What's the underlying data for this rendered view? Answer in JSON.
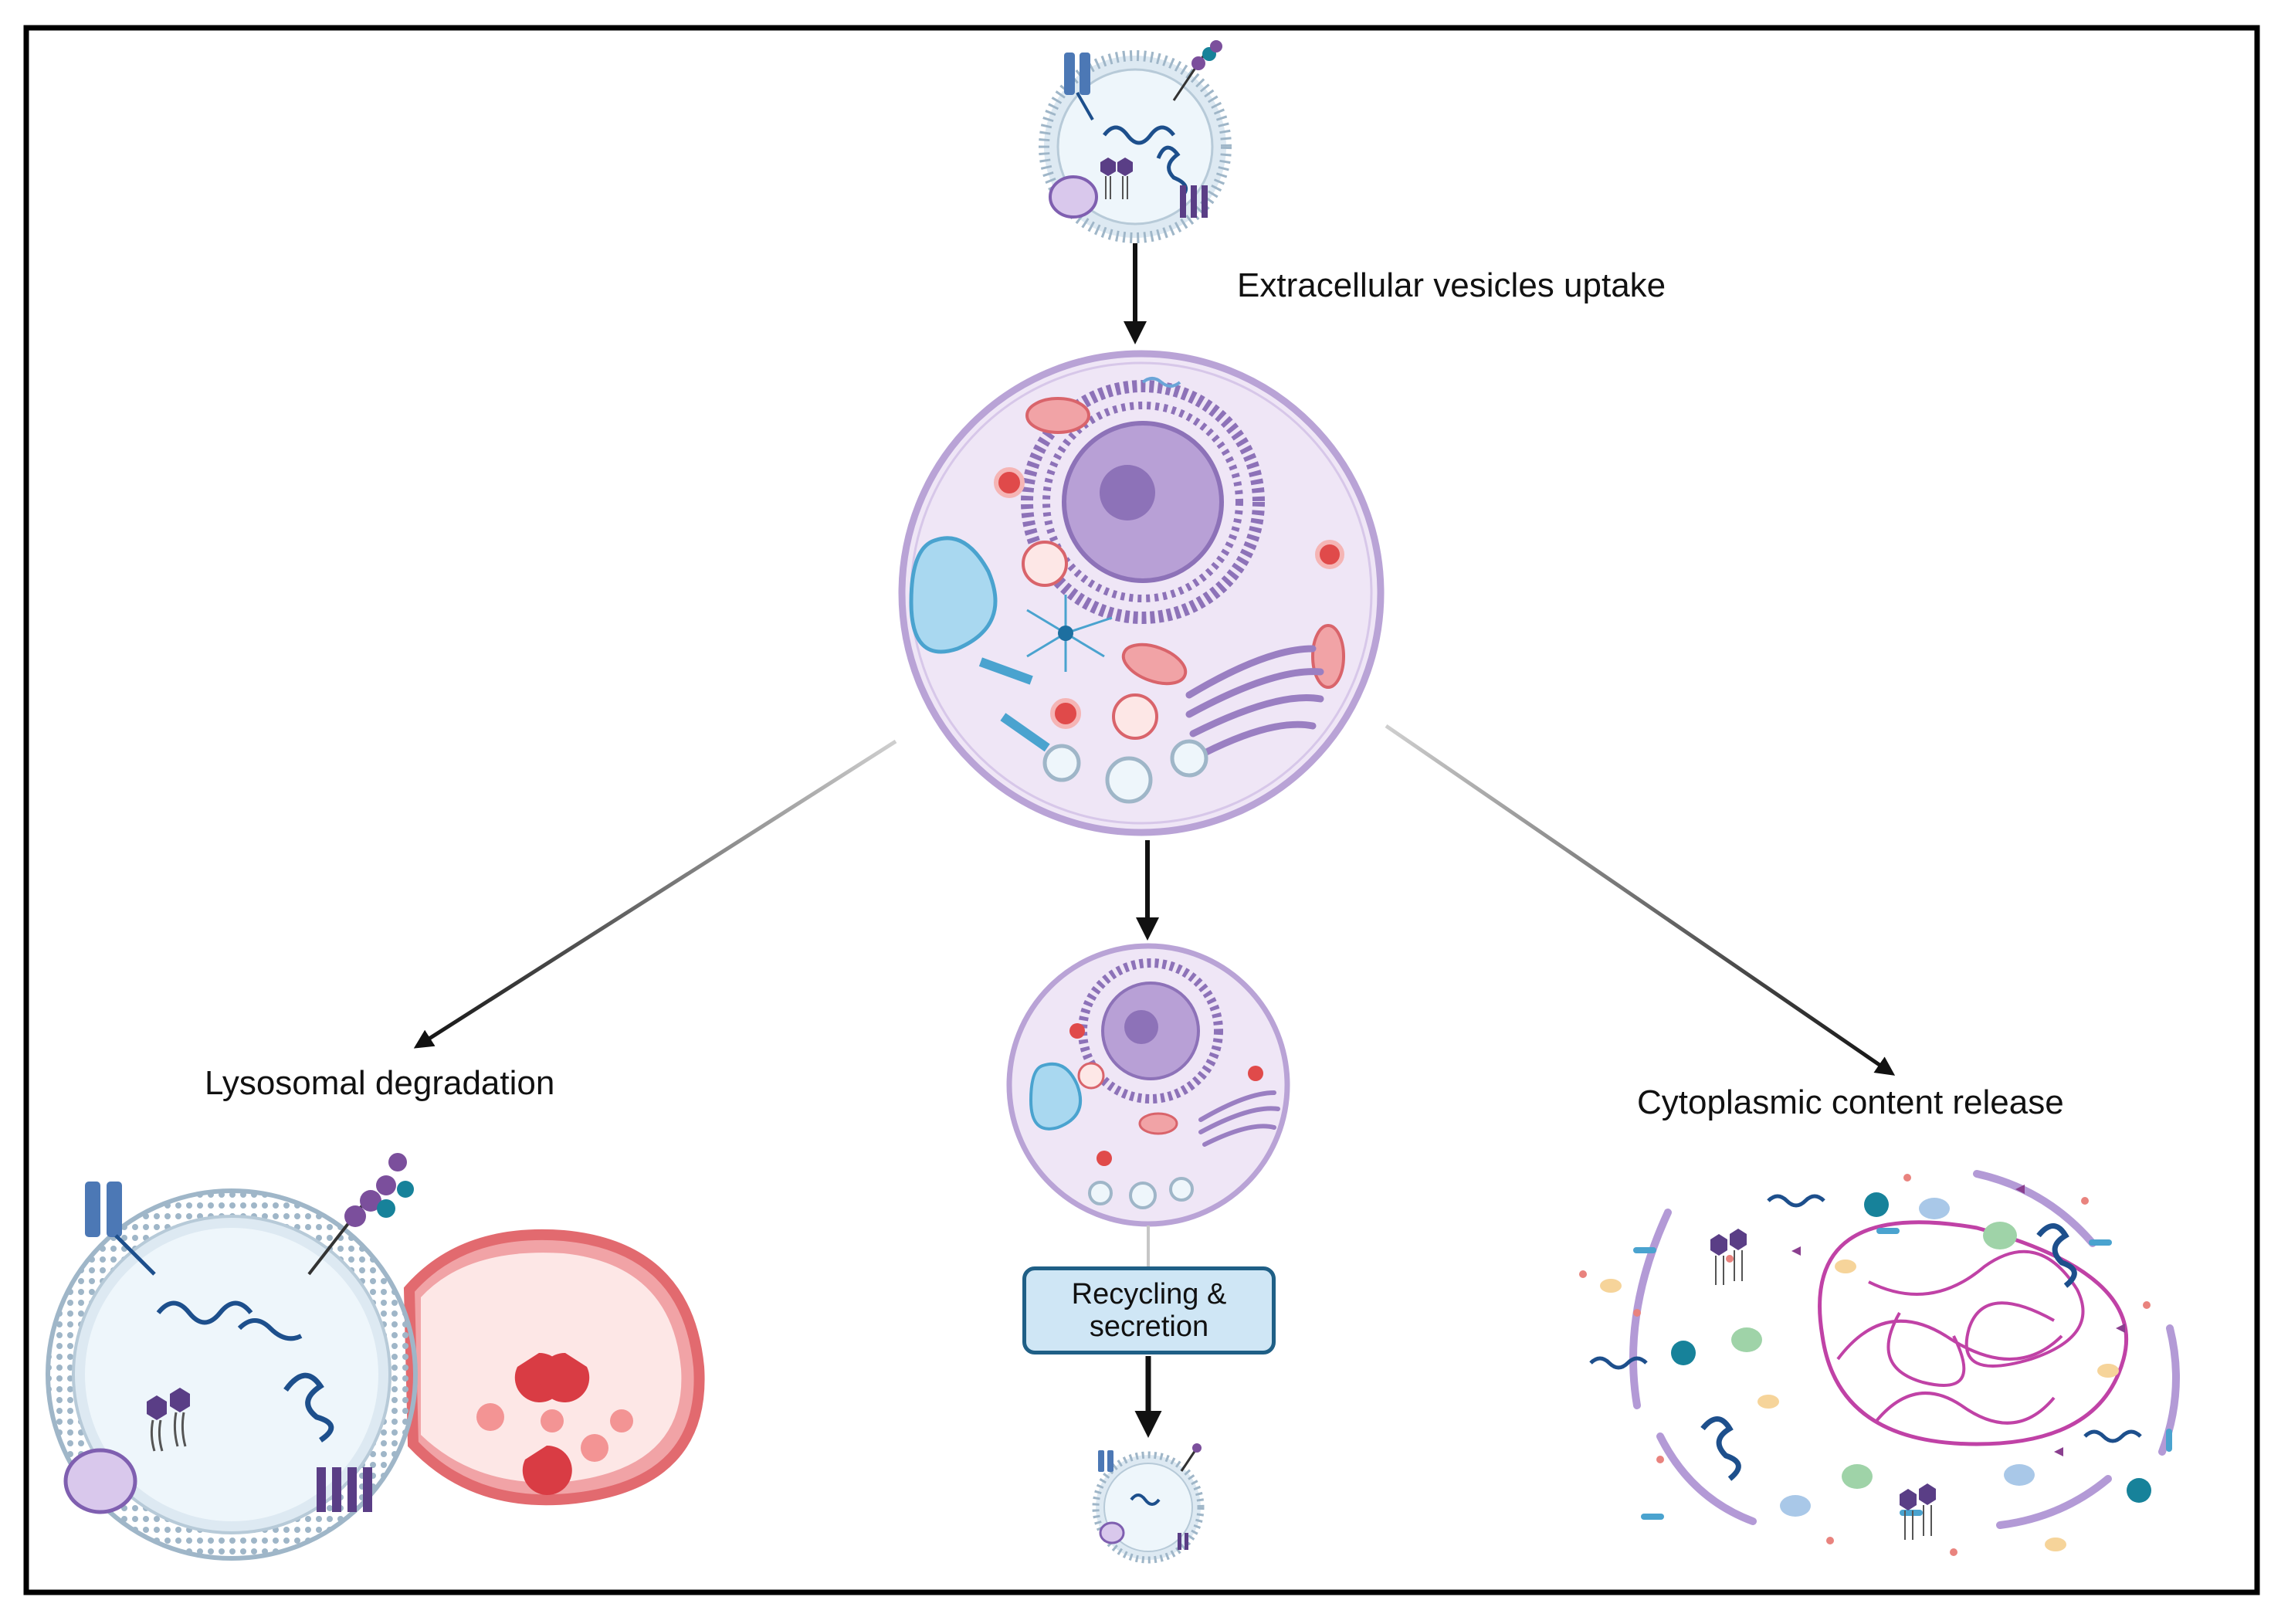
{
  "labels": {
    "uptake": "Extracellular vesicles uptake",
    "lysosomal": "Lysosomal degradation",
    "release": "Cytoplasmic content release",
    "recycling_line1": "Recycling &",
    "recycling_line2": "secretion"
  },
  "icons": [
    "extracellular-vesicle",
    "cell",
    "lysosome",
    "dna",
    "protein",
    "lipid",
    "receptor",
    "rna"
  ],
  "colors": {
    "frame": "#000000",
    "vesicle_membrane": "#9fb6c8",
    "vesicle_lumen": "#eef6fb",
    "cell_membrane": "#b9a3d6",
    "cell_cytoplasm": "#efe6f6",
    "nucleus": "#8d72b8",
    "lysosome": "#f1a3a6",
    "box_fill": "#cfe6f5",
    "box_border": "#1f5f86",
    "dna": "#1d4f8c",
    "mrna": "#c042a6"
  }
}
